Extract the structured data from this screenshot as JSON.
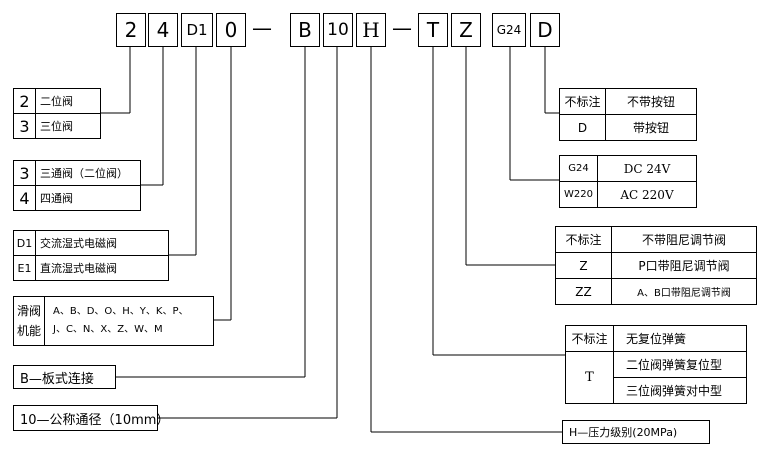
{
  "code_boxes": [
    "2",
    "4",
    "D1",
    "0",
    "B",
    "10",
    "H",
    "T",
    "Z",
    "G24",
    "D"
  ],
  "dashes": [
    "—",
    "—",
    "—"
  ],
  "positions": [
    {
      "code": "2",
      "label": "二位阀"
    },
    {
      "code": "3",
      "label": "三位阀"
    }
  ],
  "ways": [
    {
      "code": "3",
      "label": "三通阀（二位阀）"
    },
    {
      "code": "4",
      "label": "四通阀"
    }
  ],
  "solenoid": [
    {
      "code": "D1",
      "label": "交流湿式电磁阀"
    },
    {
      "code": "E1",
      "label": "直流湿式电磁阀"
    }
  ],
  "spool": {
    "label_top": "滑阀",
    "label_bottom": "机能",
    "line1": "A、B、D、O、H、Y、K、P、",
    "line2": "J、C、N、X、Z、W、M"
  },
  "mounting": "B—板式连接",
  "diameter": "10—公称通径（10mm）",
  "pressure": "H—压力级别(20MPa)",
  "button": [
    {
      "code": "不标注",
      "label": "不带按钮"
    },
    {
      "code": "D",
      "label": "带按钮"
    }
  ],
  "voltage": [
    {
      "code": "G24",
      "label": "DC 24V"
    },
    {
      "code": "W220",
      "label": "AC 220V"
    }
  ],
  "damping": [
    {
      "code": "不标注",
      "label": "不带阻尼调节阀"
    },
    {
      "code": "Z",
      "label": "P口带阻尼调节阀"
    },
    {
      "code": "ZZ",
      "label": "A、B口带阻尼调节阀"
    }
  ],
  "spring": {
    "row1_code": "不标注",
    "row1_label": "无复位弹簧",
    "t_code": "T",
    "t_label1": "二位阀弹簧复位型",
    "t_label2": "三位阀弹簧对中型"
  }
}
